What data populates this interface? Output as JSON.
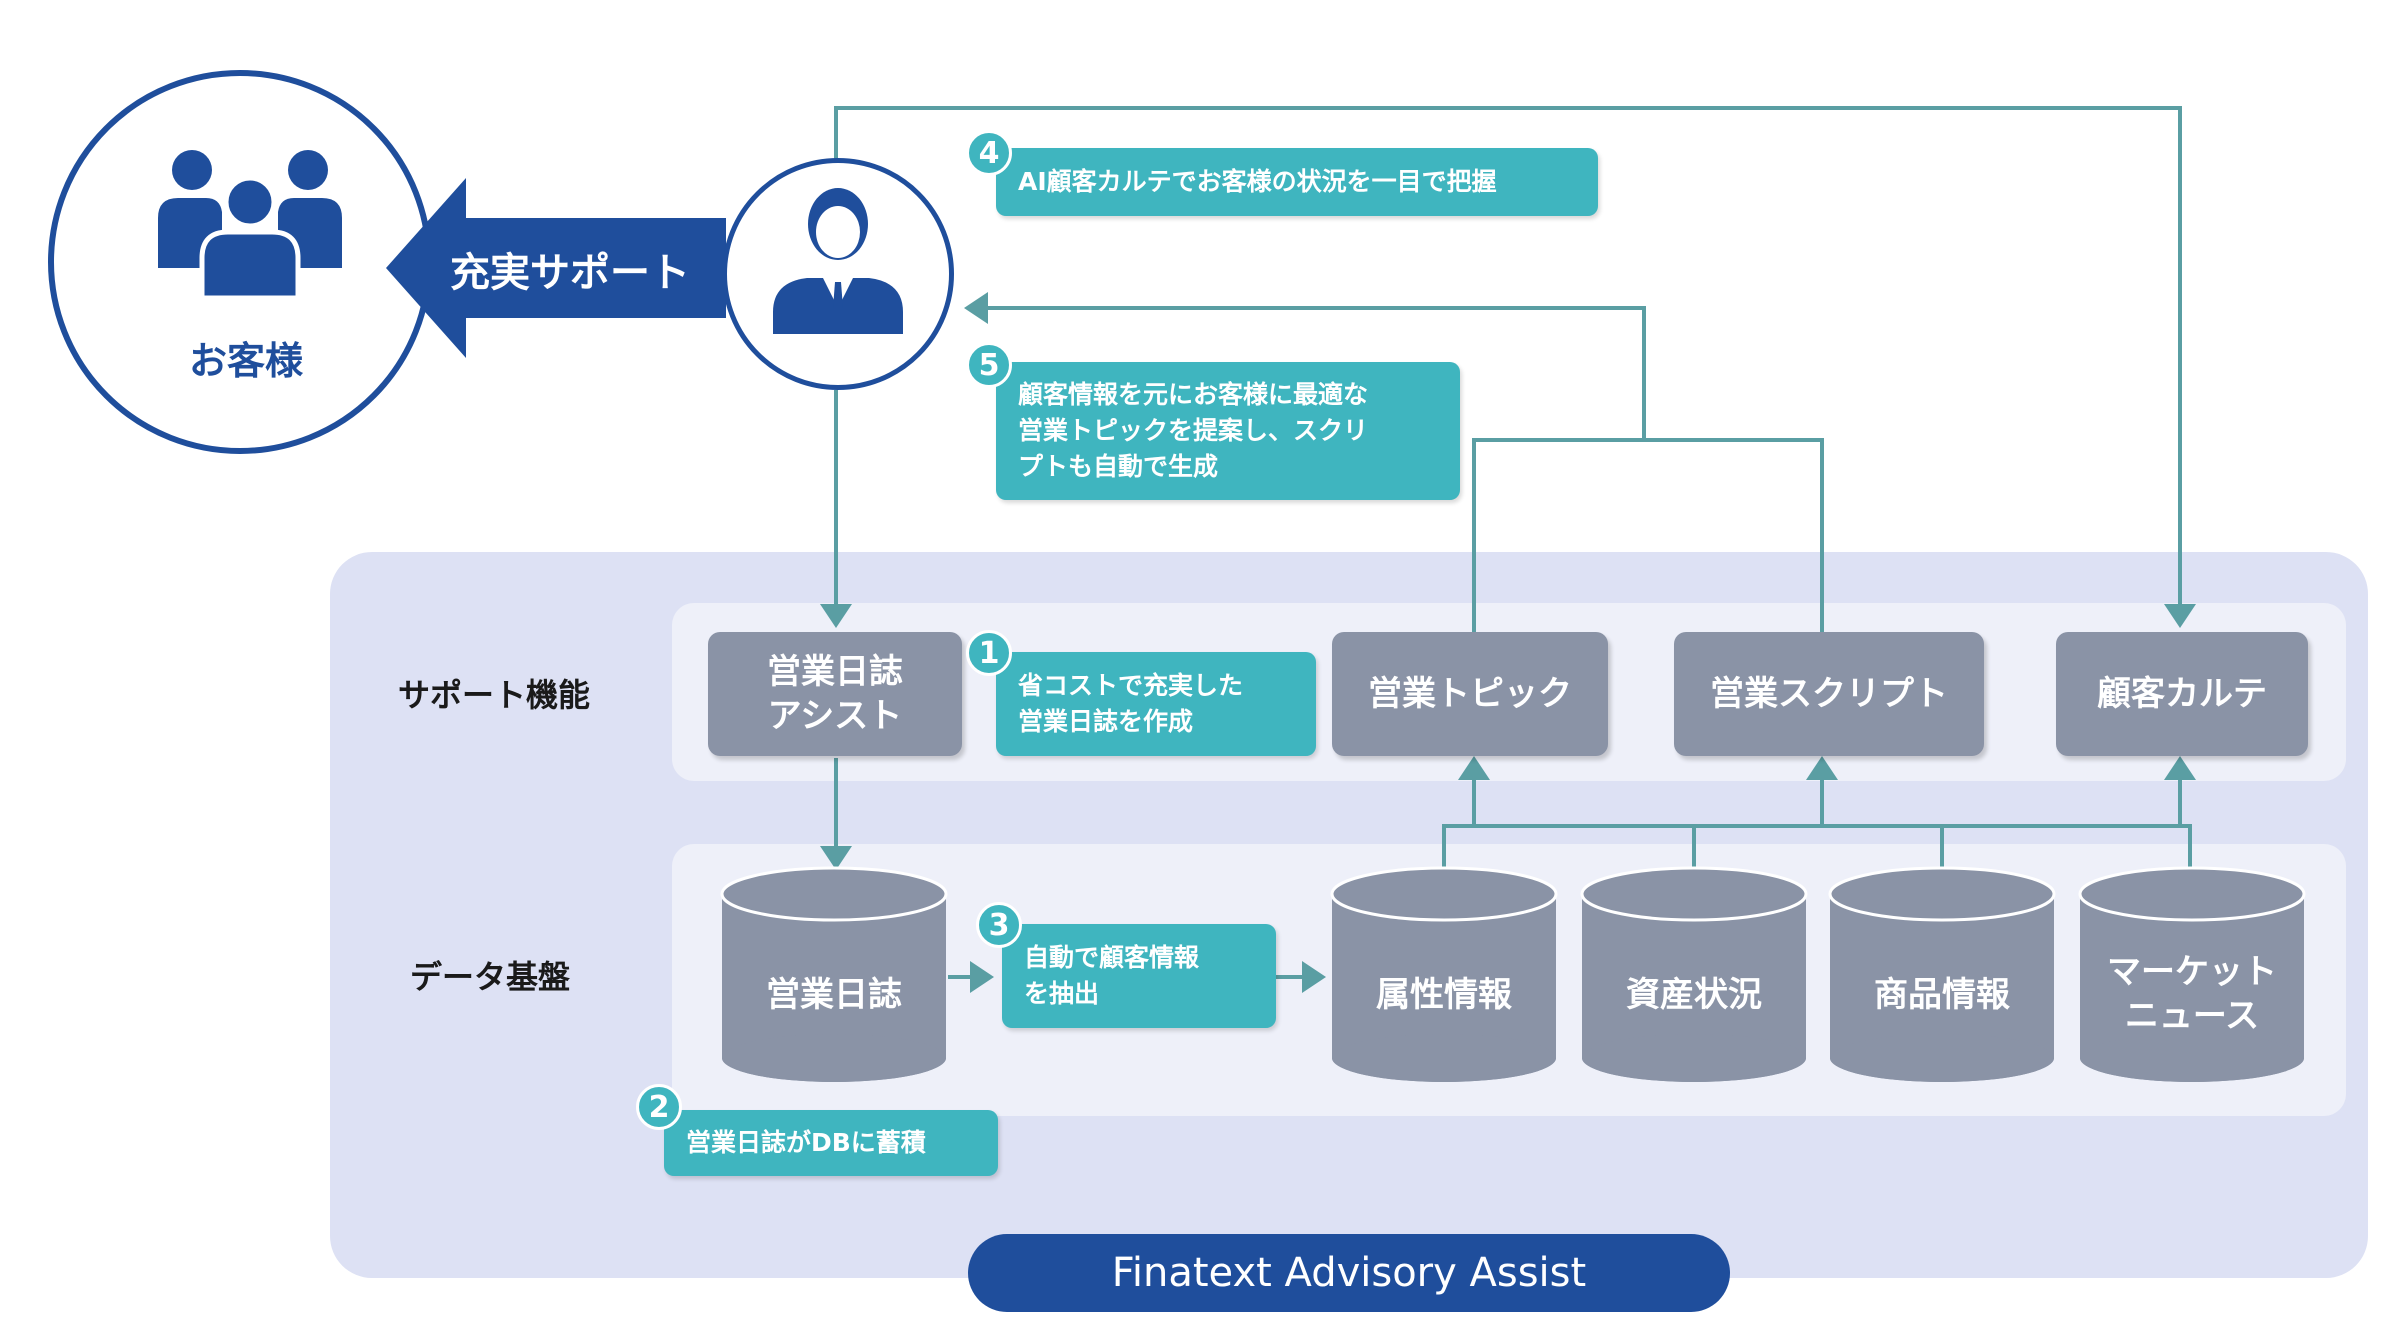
{
  "brand": "Finatext Advisory Assist",
  "customer_label": "お客様",
  "support_arrow_label": "充実サポート",
  "rows": {
    "support": "サポート機能",
    "data": "データ基盤"
  },
  "support_functions": [
    {
      "line1": "営業日誌",
      "line2": "アシスト"
    },
    {
      "line1": "営業トピック"
    },
    {
      "line1": "営業スクリプト"
    },
    {
      "line1": "顧客カルテ"
    }
  ],
  "databases": [
    {
      "line1": "営業日誌"
    },
    {
      "line1": "属性情報"
    },
    {
      "line1": "資産状況"
    },
    {
      "line1": "商品情報"
    },
    {
      "line1": "マーケット",
      "line2": "ニュース"
    }
  ],
  "steps": [
    {
      "num": "1",
      "lines": [
        "省コストで充実した",
        "営業日誌を作成"
      ]
    },
    {
      "num": "2",
      "lines": [
        "営業日誌がDBに蓄積"
      ]
    },
    {
      "num": "3",
      "lines": [
        "自動で顧客情報",
        "を抽出"
      ]
    },
    {
      "num": "4",
      "lines": [
        "AI顧客カルテでお客様の状況を一目で把握"
      ]
    },
    {
      "num": "5",
      "lines": [
        "顧客情報を元にお客様に最適な",
        "営業トピックを提案し、スクリ",
        "プトも自動で生成"
      ]
    }
  ],
  "colors": {
    "navy": "#1f4e9c",
    "teal": "#3fb5bf",
    "line": "#5a9ea3",
    "gray": "#8a93a6",
    "panel": "#dde1f4"
  },
  "icons": [
    "customers-group-icon",
    "salesperson-icon",
    "database-icon"
  ]
}
